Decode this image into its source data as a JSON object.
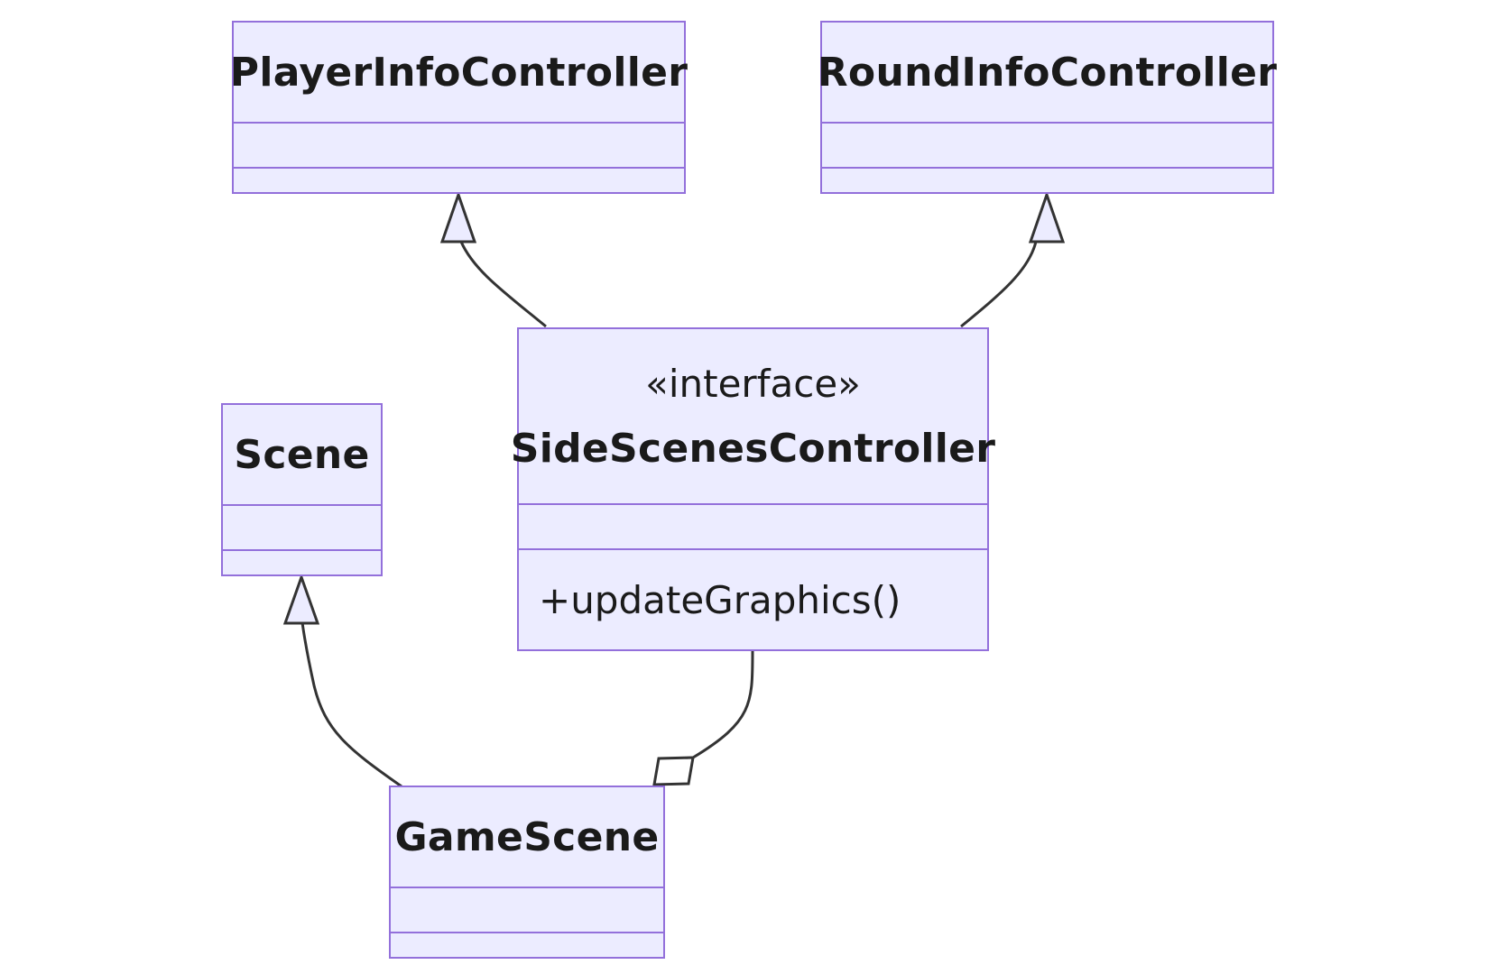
{
  "colors": {
    "box_fill": "#ececff",
    "box_border": "#9370db",
    "edge": "#333333",
    "text": "#1a1a1a"
  },
  "classes": {
    "player_info_controller": {
      "name": "PlayerInfoController"
    },
    "round_info_controller": {
      "name": "RoundInfoController"
    },
    "side_scenes_controller": {
      "stereotype": "«interface»",
      "name": "SideScenesController",
      "methods": [
        "+updateGraphics()"
      ]
    },
    "scene": {
      "name": "Scene"
    },
    "game_scene": {
      "name": "GameScene"
    }
  },
  "relations": [
    {
      "type": "inheritance",
      "from": "SideScenesController",
      "to": "PlayerInfoController"
    },
    {
      "type": "inheritance",
      "from": "SideScenesController",
      "to": "RoundInfoController"
    },
    {
      "type": "inheritance",
      "from": "GameScene",
      "to": "Scene"
    },
    {
      "type": "aggregation",
      "from": "SideScenesController",
      "to": "GameScene"
    }
  ]
}
